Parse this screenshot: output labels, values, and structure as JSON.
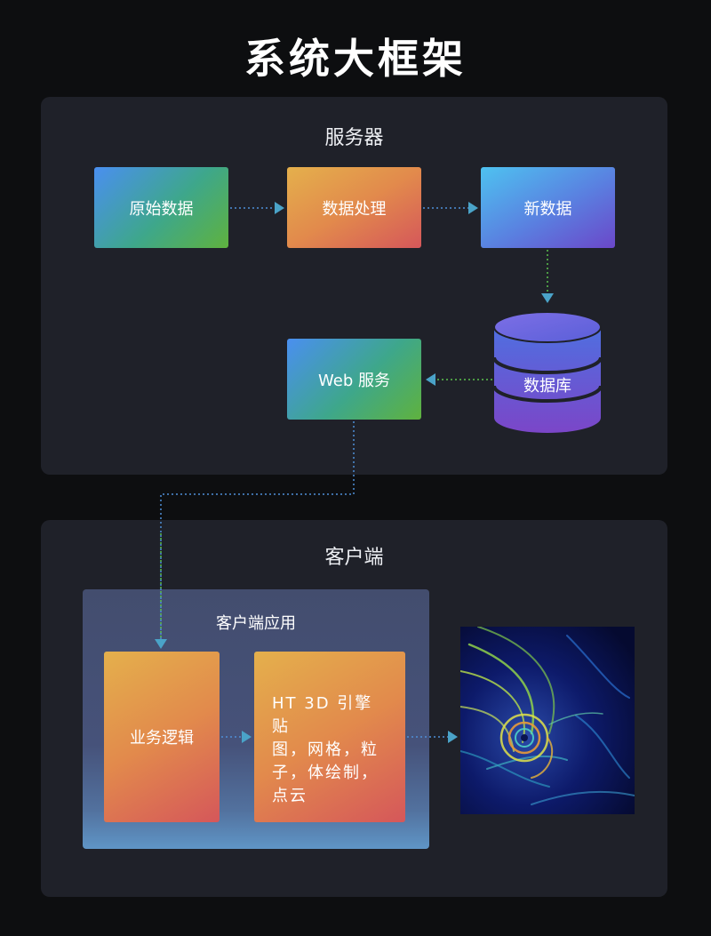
{
  "title": "系统大框架",
  "server": {
    "label": "服务器",
    "raw_data": "原始数据",
    "processing": "数据处理",
    "new_data": "新数据",
    "database": "数据库",
    "web_service": "Web 服务"
  },
  "client": {
    "label": "客户端",
    "app_label": "客户端应用",
    "business_logic": "业务逻辑",
    "engine_lines": [
      "HT 3D 引擎贴",
      "图，网格，粒",
      "子，体绘制，",
      "点云"
    ]
  },
  "colors": {
    "background": "#0d0e10",
    "panel": "#1f2129",
    "arrow_blue": "#4f8fd8",
    "arrow_green": "#5cc24e",
    "arrowhead": "#4aa3c8"
  },
  "icons": {
    "visualization": "typhoon-particle-flow-image"
  }
}
